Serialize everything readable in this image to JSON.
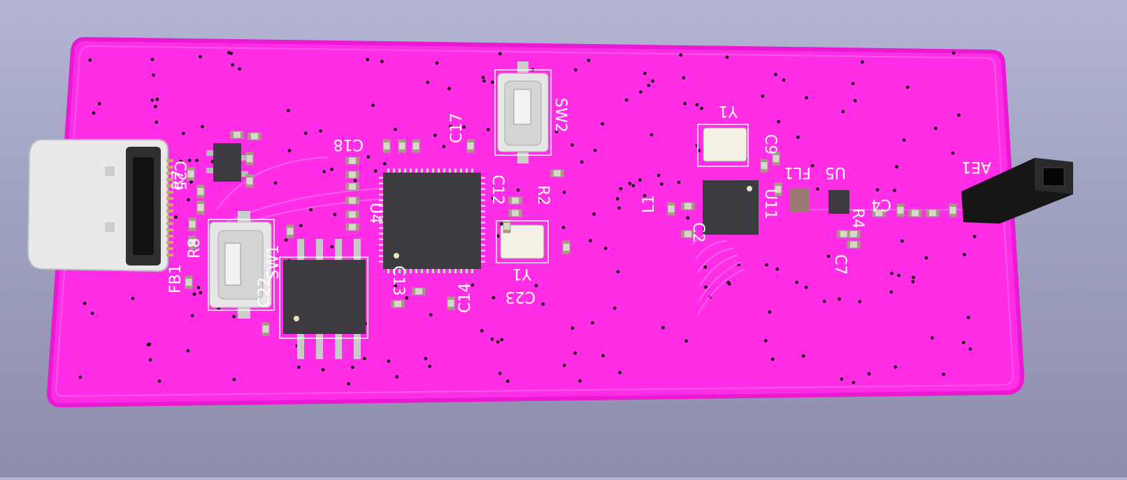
{
  "colors": {
    "background_top": "#b3b5d3",
    "background_bottom": "#8c8eab",
    "board": "#ff2ee6",
    "board_edge": "#e91ad2",
    "silkscreen": "#ffffff",
    "ic_body": "#3d3b40",
    "passive_body": "#d9d7cc",
    "passive_pad": "#a89a7d",
    "connector_metal": "#e6e6e6",
    "via": "#1a0a18"
  },
  "icons": {
    "usb_c_connector": "usb-c-connector-icon",
    "tactile_switch": "tactile-switch-icon",
    "antenna_connector": "antenna-connector-icon",
    "crystal": "crystal-icon"
  },
  "pcb": {
    "designators": {
      "sw2": "SW2",
      "sw1": "SW1",
      "y1_top": "Y1",
      "y1_bottom": "Y1",
      "ae1": "AE1",
      "u5": "U5",
      "u11": "U11",
      "u4": "U4",
      "fl1": "FL1",
      "l1": "L1",
      "fb1": "FB1",
      "r2": "R2",
      "r4": "R4",
      "r8": "R8",
      "r7": "R7",
      "c2": "C2",
      "c4": "C4",
      "c7": "C7",
      "c9": "C9",
      "c12": "C12",
      "c13": "C13",
      "c14": "C14",
      "c17": "C17",
      "c18": "C18",
      "c23": "C23",
      "c25": "C25",
      "c22": "C22"
    }
  }
}
